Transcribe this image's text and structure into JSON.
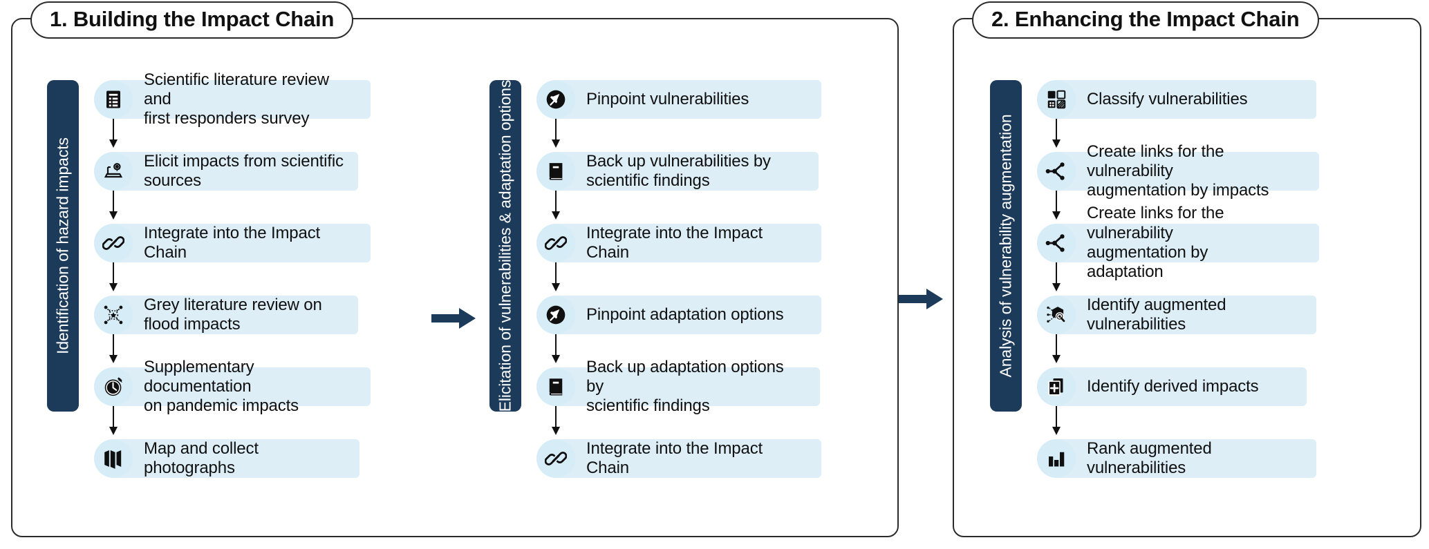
{
  "diagram": {
    "title": "Impact Chain methodology workflow",
    "colors": {
      "navy": "#1c3a5a",
      "pill_blue": "#ddeef7",
      "badge_blue": "#d6ecf7",
      "outline": "#2b2b2b",
      "arrow": "#1c3a5a"
    },
    "panels": [
      {
        "id": "panel-1",
        "title": "1. Building the Impact Chain",
        "stages": [
          {
            "id": "stage-1",
            "bar_label": "Identification of hazard impacts",
            "steps": [
              {
                "icon": "document-lines-icon",
                "label": "Scientific literature review and\nfirst responders survey"
              },
              {
                "icon": "laptop-gear-icon",
                "label": "Elicit impacts from scientific\nsources"
              },
              {
                "icon": "chain-link-icon",
                "label": "Integrate into the Impact Chain"
              },
              {
                "icon": "star-network-icon",
                "label": "Grey literature review on\nflood impacts"
              },
              {
                "icon": "clock-history-icon",
                "label": "Supplementary documentation\non pandemic impacts"
              },
              {
                "icon": "folded-map-icon",
                "label": "Map and collect photographs"
              }
            ]
          },
          {
            "id": "stage-2",
            "bar_label": "Elicitation of vulnerabilities & adaptation options",
            "steps": [
              {
                "icon": "pushpin-circle-icon",
                "label": "Pinpoint vulnerabilities"
              },
              {
                "icon": "book-icon",
                "label": "Back up vulnerabilities by\nscientific findings"
              },
              {
                "icon": "chain-link-icon",
                "label": "Integrate into the Impact Chain"
              },
              {
                "icon": "pushpin-circle-icon",
                "label": "Pinpoint adaptation options"
              },
              {
                "icon": "book-icon",
                "label": "Back up adaptation options by\nscientific findings"
              },
              {
                "icon": "chain-link-icon",
                "label": "Integrate into the Impact Chain"
              }
            ]
          }
        ]
      },
      {
        "id": "panel-2",
        "title": "2. Enhancing the Impact Chain",
        "stages": [
          {
            "id": "stage-3",
            "bar_label": "Analysis of vulnerability augmentation",
            "steps": [
              {
                "icon": "grid-classify-icon",
                "label": "Classify vulnerabilities"
              },
              {
                "icon": "node-links-icon",
                "label": "Create links for the vulnerability\naugmentation by impacts"
              },
              {
                "icon": "node-links-icon",
                "label": "Create links for the vulnerability\naugmentation by adaptation"
              },
              {
                "icon": "search-nodes-icon",
                "label": "Identify augmented vulnerabilities"
              },
              {
                "icon": "add-document-icon",
                "label": "Identify derived impacts"
              },
              {
                "icon": "bar-chart-icon",
                "label": "Rank augmented vulnerabilities"
              }
            ]
          }
        ]
      }
    ],
    "stage_arrows": [
      {
        "id": "stage-arrow-1",
        "name": "stage-transition-arrow-1"
      },
      {
        "id": "stage-arrow-2",
        "name": "stage-transition-arrow-2"
      }
    ]
  }
}
